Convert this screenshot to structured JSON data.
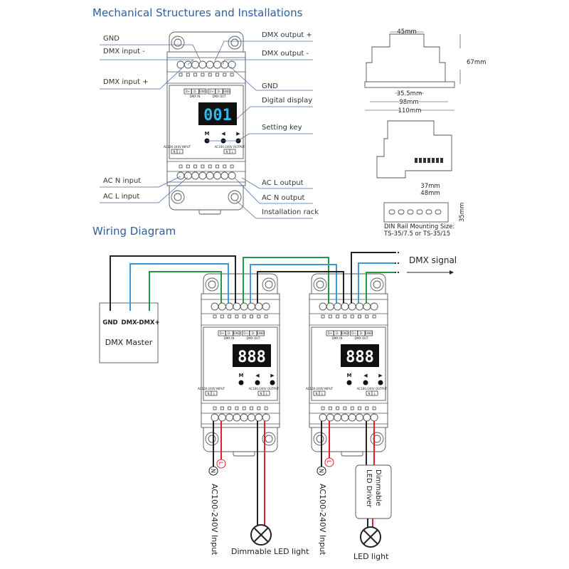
{
  "sections": {
    "mechanical_title": "Mechanical Structures and Installations",
    "wiring_title": "Wiring Diagram"
  },
  "mechanical": {
    "labels_left": [
      "GND",
      "DMX input -",
      "DMX input +",
      "AC N input",
      "AC L input"
    ],
    "labels_right": [
      "DMX output +",
      "DMX output -",
      "GND",
      "Digital display",
      "Setting key",
      "AC L output",
      "AC N output",
      "Installation rack"
    ],
    "display_value": "001",
    "dimensions": {
      "width_top": "45mm",
      "height": "67mm",
      "inner": "35.5mm",
      "mid": "98mm",
      "total": "110mm",
      "rail_a": "37mm",
      "rail_b": "48mm",
      "rail_height": "35mm",
      "din_note_1": "DIN Rail Mounting Size:",
      "din_note_2": "TS-35/7.5 or TS-35/15"
    }
  },
  "device_panel": {
    "connectors": [
      "D+",
      "D-",
      "GND",
      "D+",
      "D-",
      "GND"
    ],
    "dmx_in": "DMX IN",
    "dmx_out": "DMX OUT",
    "keys": [
      "M",
      "◀",
      "▶"
    ],
    "ac_input": "AC100-240V INPUT",
    "ac_output": "AC100-240V OUTPUT",
    "n": "N",
    "l": "L"
  },
  "wiring": {
    "master": {
      "title": "DMX Master",
      "pins": [
        "GND",
        "DMX-",
        "DMX+"
      ]
    },
    "display_value": "888",
    "dmx_signal": "DMX signal",
    "n_marker": "N",
    "l_marker": "L",
    "ac_input": "AC100-240V Input",
    "load1": "Dimmable  LED light",
    "driver_line1": "Dimmable",
    "driver_line2": "LED Driver",
    "load2": "LED light"
  },
  "colors": {
    "title": "#2e5e9e",
    "callout": "#4a6fa5",
    "dmx_plus": "#1f9a48",
    "dmx_minus": "#3a9ad9",
    "gnd": "#222222",
    "live": "#e0202a",
    "display_mech": "#2fb8f0",
    "display_wiring": "#ffffff"
  }
}
